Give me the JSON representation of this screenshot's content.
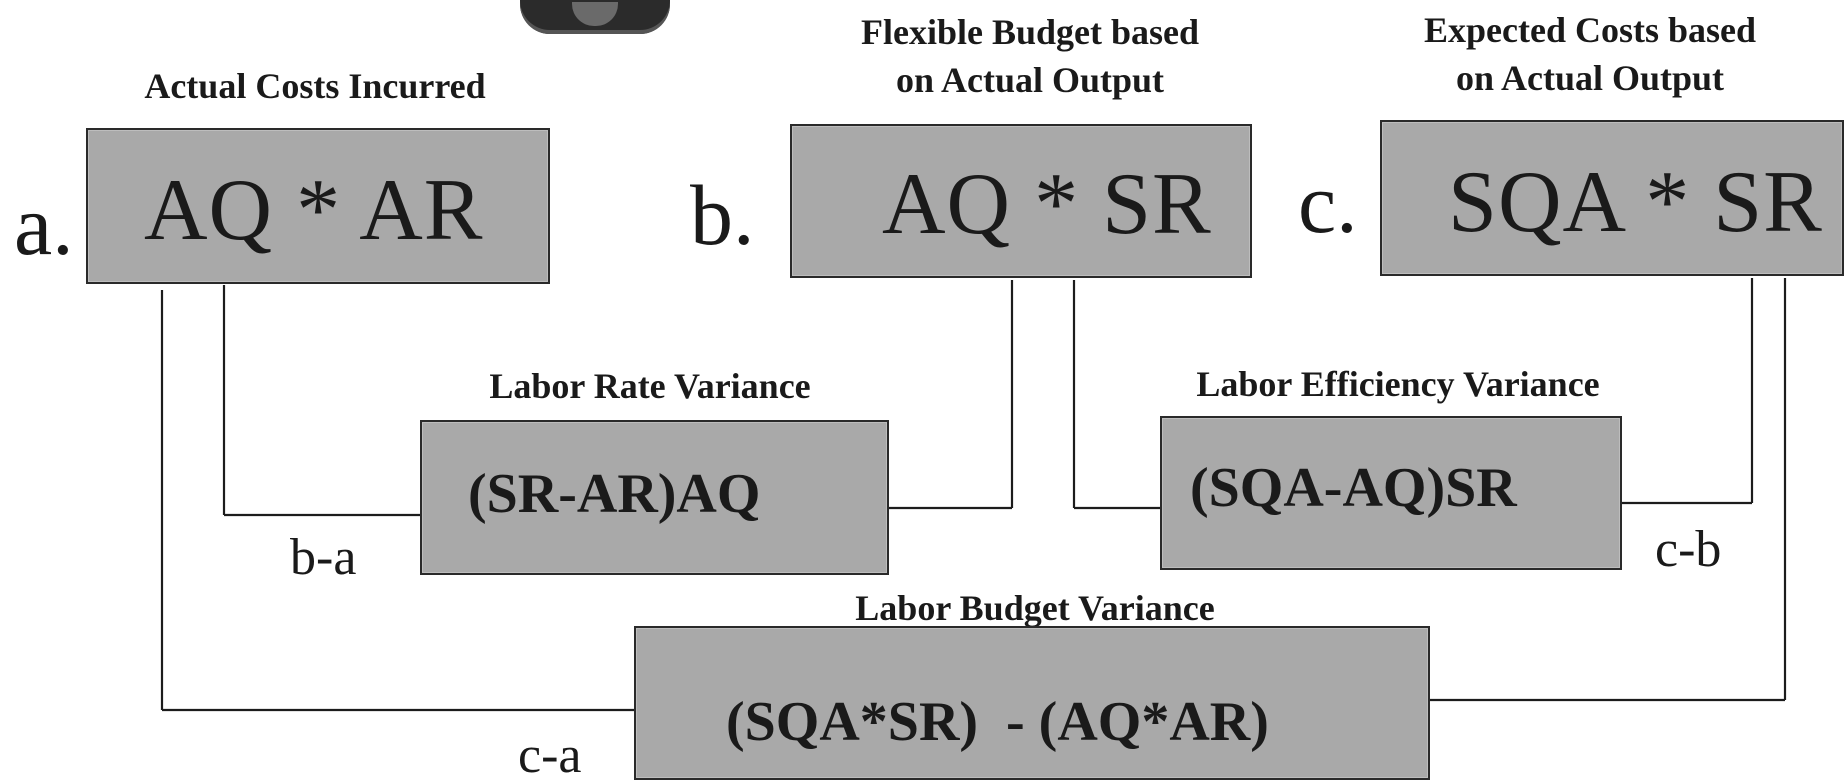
{
  "columns": {
    "a": {
      "letter": "a.",
      "heading": [
        "Actual Costs Incurred"
      ],
      "formula": "AQ * AR"
    },
    "b": {
      "letter": "b.",
      "heading": [
        "Flexible Budget based",
        "on Actual Output"
      ],
      "formula": "AQ * SR"
    },
    "c": {
      "letter": "c.",
      "heading": [
        "Expected Costs based",
        "on Actual Output"
      ],
      "formula": "SQA * SR"
    }
  },
  "variances": {
    "rate": {
      "heading": "Labor Rate Variance",
      "formula": "(SR-AR)AQ",
      "diff": "b-a"
    },
    "efficiency": {
      "heading": "Labor Efficiency Variance",
      "formula": "(SQA-AQ)SR",
      "diff": "c-b"
    },
    "budget": {
      "heading": "Labor Budget Variance",
      "formula": "(SQA*SR)  - (AQ*AR)",
      "diff": "c-a"
    }
  },
  "decorative_image": "cartoon-clipart-fragment"
}
